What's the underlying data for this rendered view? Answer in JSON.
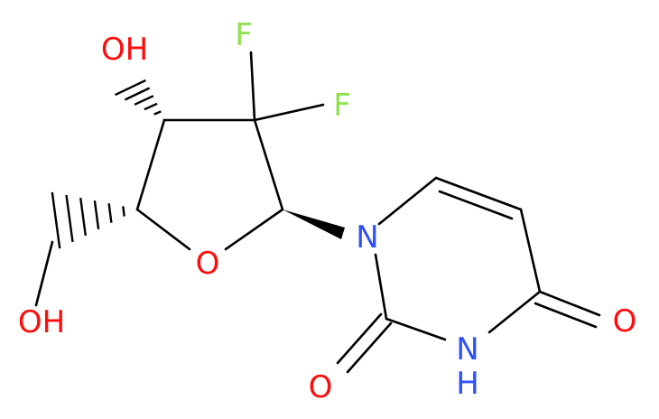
{
  "molecule": {
    "labels": {
      "oh_top": "OH",
      "f1": "F",
      "f2": "F",
      "o_ring": "O",
      "n1": "N",
      "oh_bottom": "OH",
      "o_keto_right": "O",
      "nh": "N",
      "h_nh": "H",
      "o_keto_bottom": "O"
    },
    "colors": {
      "bond": "#000000",
      "oxygen": "#ff0d0d",
      "nitrogen": "#3050f8",
      "fluorine": "#90e050"
    }
  }
}
